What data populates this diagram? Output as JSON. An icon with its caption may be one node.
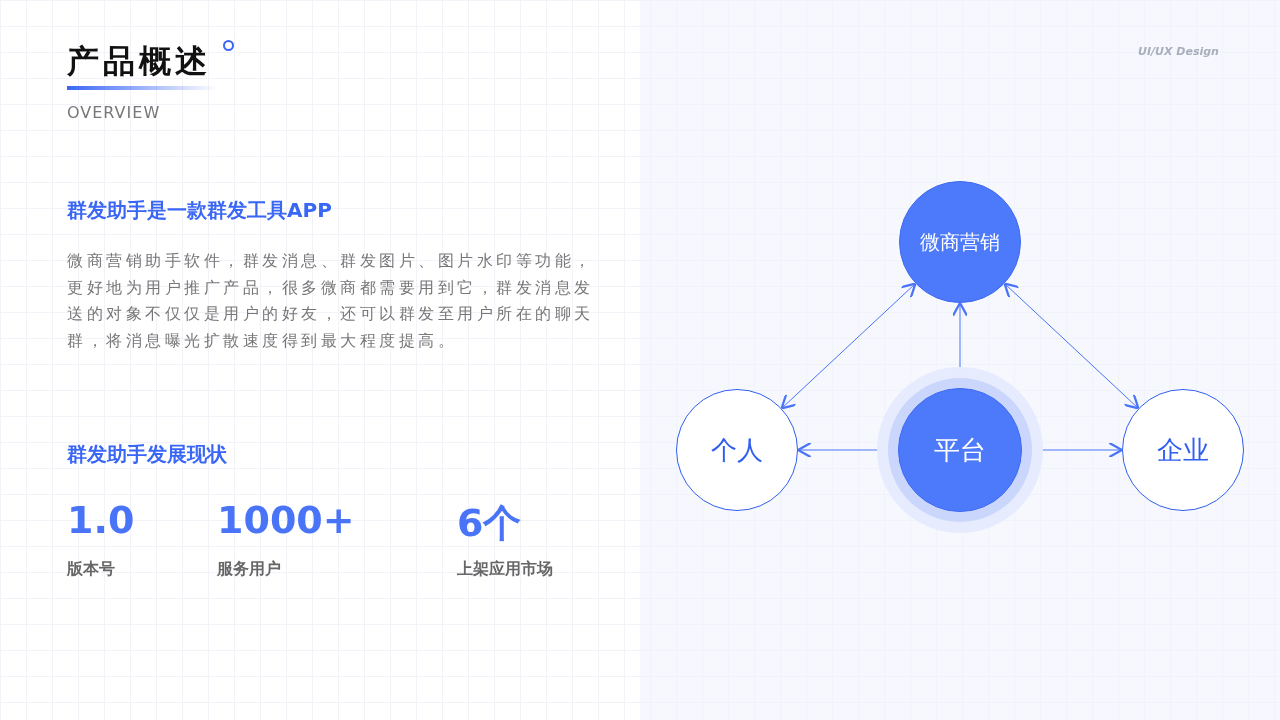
{
  "diagram": {
    "title": "产品概述",
    "nodes": [
      {
        "text": [
          "微商营销"
        ]
      },
      {
        "text": [
          "个人"
        ]
      },
      {
        "text": [
          "平台"
        ]
      },
      {
        "text": [
          "企业"
        ]
      }
    ],
    "edges": [
      {
        "from": 0,
        "to": 1,
        "arrow": "both"
      },
      {
        "from": 0,
        "to": 2,
        "arrow": "both"
      },
      {
        "from": 0,
        "to": 3,
        "arrow": "both"
      },
      {
        "from": 2,
        "to": 1,
        "arrow": "to"
      },
      {
        "from": 2,
        "to": 3,
        "arrow": "to"
      }
    ],
    "labels": [
      "OVERVIEW",
      "UI/UX Design",
      "群发助手是一款群发工具APP",
      "微商营销助手软件，群发消息、群发图片、图片水印等功能，更好地为用户推广产品，很多微商都需要用到它，群发消息发送的对象不仅仅是用户的好友，还可以群发至用户所在的聊天群，将消息曝光扩散速度得到最大程度提高。",
      "群发助手发展现状",
      "1.0",
      "1000+",
      "6个",
      "版本号",
      "服务用户",
      "上架应用市场"
    ]
  }
}
